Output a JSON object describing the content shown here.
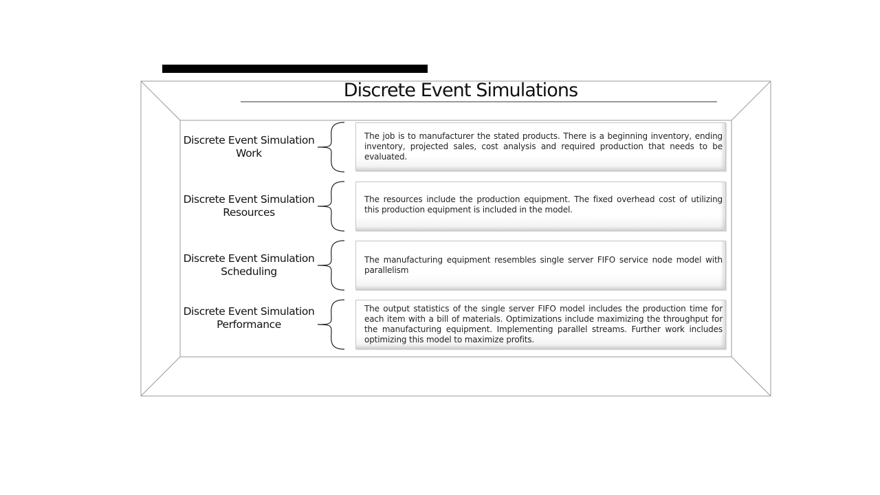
{
  "slide": {
    "title": "Discrete Event Simulations"
  },
  "rows": [
    {
      "label": "Discrete Event Simulation Work",
      "description": "The job is to manufacturer the stated products. There is a beginning inventory, ending inventory, projected sales, cost analysis and required production that needs to be evaluated."
    },
    {
      "label": "Discrete Event Simulation Resources",
      "description": "The resources include the production equipment. The fixed overhead cost of utilizing this production equipment is included in the model."
    },
    {
      "label": "Discrete Event Simulation Scheduling",
      "description": "The manufacturing equipment resembles single server FIFO service node model with parallelism"
    },
    {
      "label": "Discrete Event Simulation Performance",
      "description": "The output statistics of the single server FIFO model includes the production time for each item with a bill of materials. Optimizations include maximizing the throughput for the manufacturing equipment. Implementing parallel streams. Further work includes optimizing this model to maximize profits."
    }
  ]
}
